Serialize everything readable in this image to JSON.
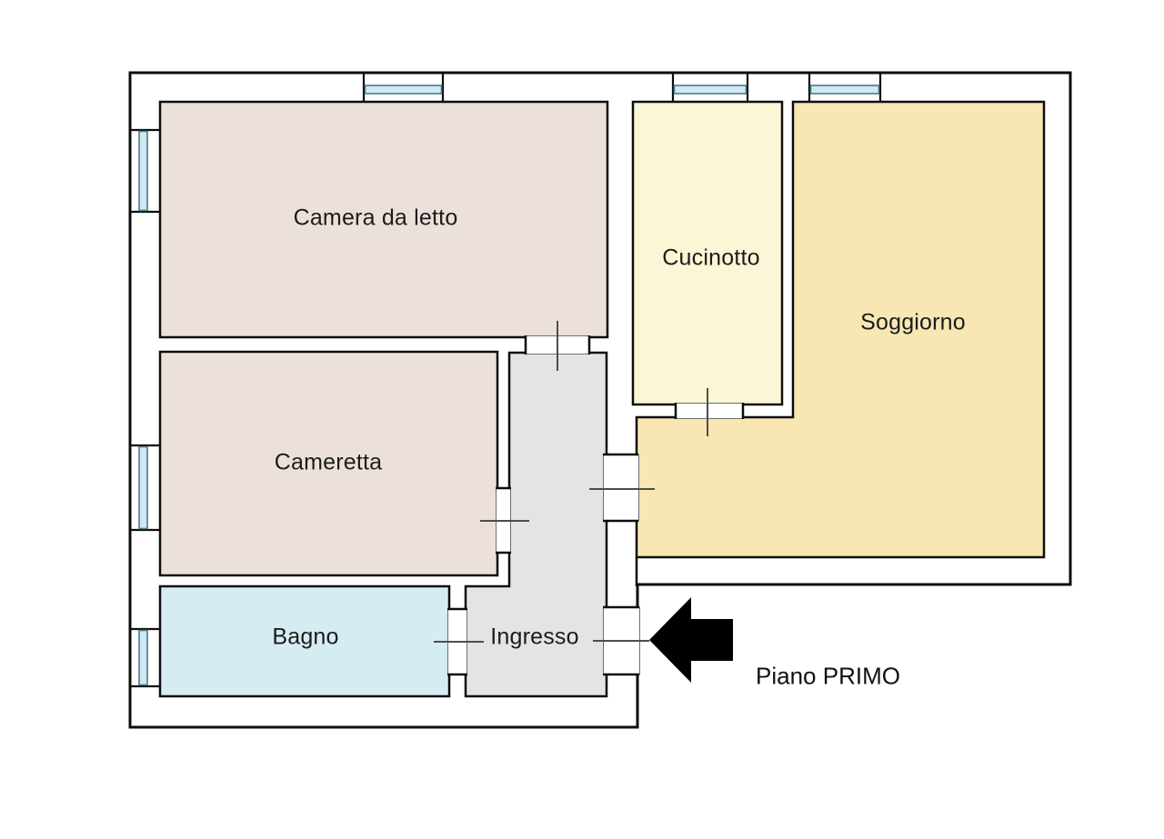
{
  "floor_plan": {
    "floor_label": "Piano PRIMO",
    "rooms": {
      "camera_da_letto": {
        "label": "Camera da letto",
        "color": "#ece1da"
      },
      "cameretta": {
        "label": "Cameretta",
        "color": "#ece1da"
      },
      "bagno": {
        "label": "Bagno",
        "color": "#d5ecf3"
      },
      "ingresso": {
        "label": "Ingresso",
        "color": "#e4e4e2"
      },
      "cucinotto": {
        "label": "Cucinotto",
        "color": "#fbf6d6"
      },
      "soggiorno": {
        "label": "Soggiorno",
        "color": "#f8e7b2"
      }
    },
    "colors": {
      "background": "#ffffff",
      "wall_fill": "#ffffff",
      "outline": "#0d0d0d",
      "door_marker": "#4d4d4d",
      "door_frame": "#6e6e6e",
      "window_glass": "#cfe9f2",
      "window_frame": "#4a7a8c",
      "entrance_arrow": "#000000"
    }
  }
}
